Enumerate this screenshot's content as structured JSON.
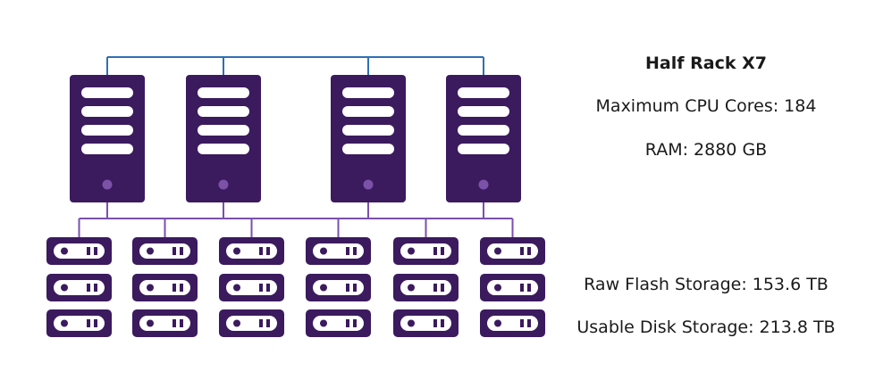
{
  "specs": {
    "title": "Half Rack X7",
    "cpu": "Maximum CPU Cores: 184",
    "ram": "RAM: 2880 GB",
    "flash": "Raw Flash Storage: 153.6 TB",
    "disk": "Usable Disk Storage: 213.8 TB"
  },
  "diagram": {
    "server_count": 4,
    "storage_columns": 6,
    "storage_rows": 3,
    "colors": {
      "server": "#3b1a5e",
      "server_slot": "#ffffff",
      "server_led": "#7b52a8",
      "top_bus": "#2f6fb3",
      "bottom_bus": "#7a4fae"
    }
  }
}
